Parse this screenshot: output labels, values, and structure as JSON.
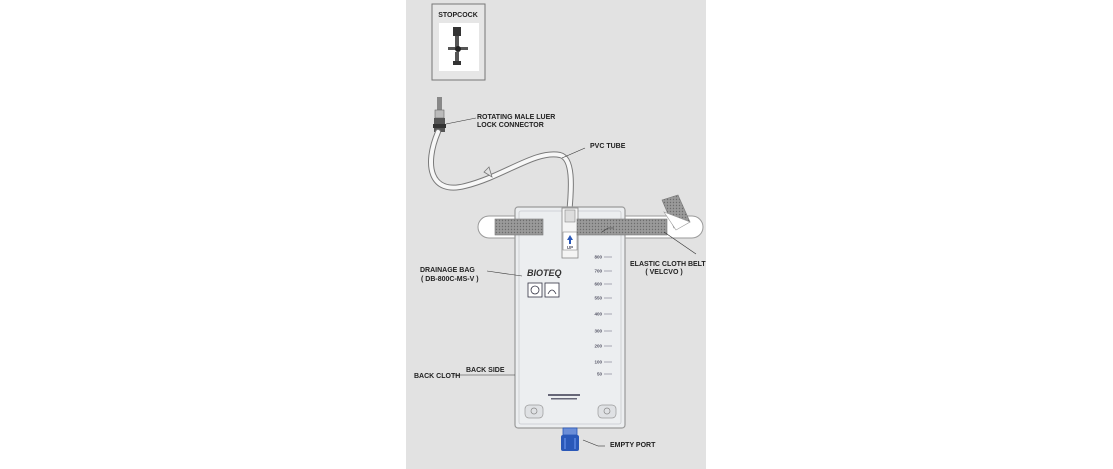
{
  "labels": {
    "stopcock": "STOPCOCK",
    "connector_line1": "ROTATING MALE LUER",
    "connector_line2": "LOCK CONNECTOR",
    "pvc_tube": "PVC TUBE",
    "drainage_bag_line1": "DRAINAGE  BAG",
    "drainage_bag_line2": "( DB-800C-MS-V )",
    "belt_line1": "ELASTIC CLOTH BELT",
    "belt_line2": "( VELCVO )",
    "back_side": "BACK SIDE",
    "back_cloth": "BACK CLOTH",
    "empty_port": "EMPTY PORT"
  },
  "bag": {
    "brand": "BIOTEQ",
    "up_label": "UP",
    "scale": [
      "800",
      "700",
      "600",
      "550",
      "400",
      "300",
      "200",
      "100",
      "50"
    ],
    "colors": {
      "background": "#e2e2e2",
      "bag": "#eceef0",
      "port": "#2a58b8",
      "arrow": "#2a58b8"
    }
  }
}
